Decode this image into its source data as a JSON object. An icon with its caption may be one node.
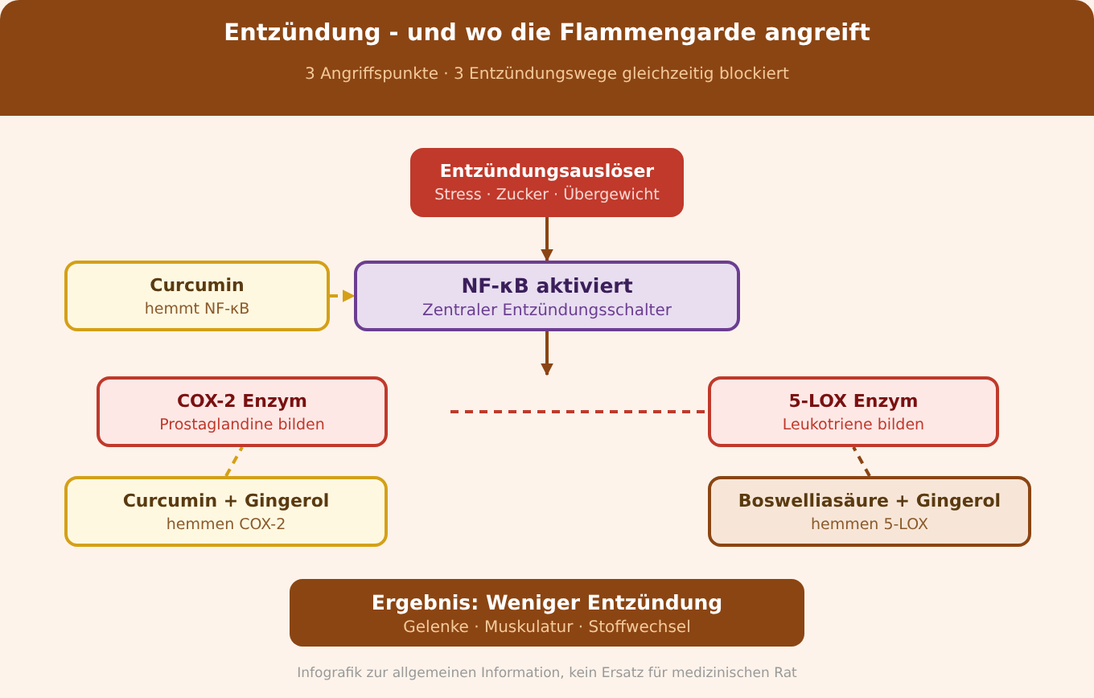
{
  "diagram": {
    "title": "Entzündung - und wo die Flammengarde angreift",
    "nodes": [
      {
        "text": [
          "Entzündungsauslöser",
          "Stress · Zucker · Übergewicht"
        ]
      },
      {
        "text": [
          "Curcumin",
          "hemmt NF-κB"
        ]
      },
      {
        "text": [
          "NF-κB aktiviert",
          "Zentraler Entzündungsschalter"
        ]
      },
      {
        "text": [
          "COX-2 Enzym",
          "Prostaglandine bilden"
        ]
      },
      {
        "text": [
          "5-LOX Enzym",
          "Leukotriene bilden"
        ]
      },
      {
        "text": [
          "Curcumin + Gingerol",
          "hemmen COX-2"
        ]
      },
      {
        "text": [
          "Boswelliasäure + Gingerol",
          "hemmen 5-LOX"
        ]
      },
      {
        "text": [
          "Ergebnis: Weniger Entzündung",
          "Gelenke · Muskulatur · Stoffwechsel"
        ]
      }
    ],
    "edges": [
      {
        "from": 0,
        "to": 2,
        "arrow": "to"
      },
      {
        "from": 1,
        "to": 2,
        "arrow": "to",
        "style": "dashed",
        "color": "#d4a017"
      },
      {
        "from": 2,
        "to": null,
        "arrow": "to"
      },
      {
        "from": null,
        "to": 4,
        "arrow": "none",
        "style": "dashed",
        "color": "#c0392b"
      },
      {
        "from": 5,
        "to": 3,
        "arrow": "none",
        "style": "dashed",
        "color": "#d4a017"
      },
      {
        "from": 6,
        "to": 4,
        "arrow": "none",
        "style": "dashed"
      }
    ],
    "labels": [
      "3 Angriffspunkte · 3 Entzündungswege gleichzeitig blockiert",
      "Infografik zur allgemeinen Information, kein Ersatz für medizinischen Rat"
    ]
  }
}
